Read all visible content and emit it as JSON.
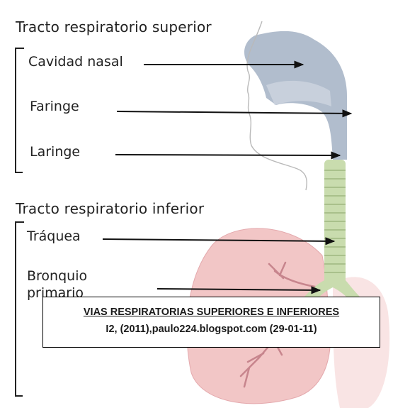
{
  "diagram": {
    "upper_tract": {
      "title": "Tracto respiratorio superior",
      "items": [
        "Cavidad nasal",
        "Faringe",
        "Laringe"
      ]
    },
    "lower_tract": {
      "title": "Tracto respiratorio inferior",
      "items": [
        "Tráquea",
        "Bronquio",
        "primario"
      ]
    }
  },
  "caption": {
    "line1": "VIAS RESPIRATORIAS SUPERIORES E INFERIORES",
    "line2": "I2, (2011),paulo224.blogspot.com (29-01-11)"
  },
  "colors": {
    "airway": "#a9b6c8",
    "trachea": "#c9dcae",
    "lung": "#f2c6c6",
    "bronchi": "#c7858d",
    "arrow": "#111111"
  }
}
